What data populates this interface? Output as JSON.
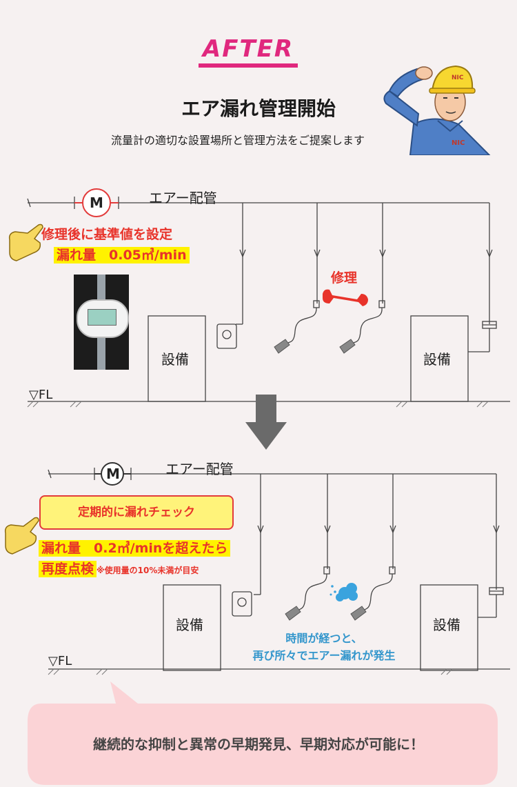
{
  "header": {
    "badge": "AFTER",
    "title": "エア漏れ管理開始",
    "subtitle": "流量計の適切な設置場所と管理方法をご提案します"
  },
  "top_diagram": {
    "pipe_label": "エアー配管",
    "meter_letter": "M",
    "note_line1": "修理後に基準値を設定",
    "note_line2": "漏れ量　0.05㎥/min",
    "repair_label": "修理",
    "equipment_left": "設備",
    "equipment_right": "設備",
    "floor_label": "▽FL"
  },
  "bottom_diagram": {
    "pipe_label": "エアー配管",
    "meter_letter": "M",
    "check_label": "定期的に漏れチェック",
    "threshold_line": "漏れ量　0.2㎥/minを超えたら",
    "reinspect": "再度点検",
    "reinspect_note": "※使用量の10%未満が目安",
    "leak_note_line1": "時間が経つと、",
    "leak_note_line2": "再び所々でエアー漏れが発生",
    "equipment_left": "設備",
    "equipment_right": "設備",
    "floor_label": "▽FL"
  },
  "footer": {
    "message": "継続的な抑制と異常の早期発見、早期対応が可能に！"
  },
  "colors": {
    "accent_pink": "#e0287e",
    "red_text": "#e8332a",
    "highlight_yellow": "#fff200",
    "blue_text": "#3396cc",
    "bubble_pink": "#fbd3d6"
  }
}
